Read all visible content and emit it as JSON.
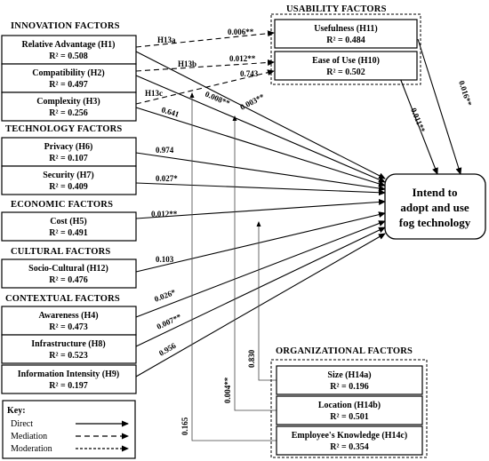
{
  "groups": {
    "innovation": "INNOVATION FACTORS",
    "technology": "TECHNOLOGY FACTORS",
    "economic": "ECONOMIC FACTORS",
    "cultural": "CULTURAL FACTORS",
    "contextual": "CONTEXTUAL FACTORS",
    "usability": "USABILITY FACTORS",
    "organizational": "ORGANIZATIONAL FACTORS"
  },
  "factors": {
    "relative_advantage": {
      "name": "Relative Advantage (H1)",
      "r2": "R² = 0.508"
    },
    "compatibility": {
      "name": "Compatibility (H2)",
      "r2": "R² = 0.497"
    },
    "complexity": {
      "name": "Complexity (H3)",
      "r2": "R² = 0.256"
    },
    "privacy": {
      "name": "Privacy (H6)",
      "r2": "R² = 0.107"
    },
    "security": {
      "name": "Security (H7)",
      "r2": "R² = 0.409"
    },
    "cost": {
      "name": "Cost (H5)",
      "r2": "R² = 0.491"
    },
    "socio_cultural": {
      "name": "Socio-Cultural (H12)",
      "r2": "R² = 0.476"
    },
    "awareness": {
      "name": "Awareness (H4)",
      "r2": "R² = 0.473"
    },
    "infrastructure": {
      "name": "Infrastructure (H8)",
      "r2": "R² = 0.523"
    },
    "information_intensity": {
      "name": "Information Intensity (H9)",
      "r2": "R² = 0.197"
    },
    "usefulness": {
      "name": "Usefulness (H11)",
      "r2": "R² = 0.484"
    },
    "ease_of_use": {
      "name": "Ease of Use (H10)",
      "r2": "R² = 0.502"
    },
    "size": {
      "name": "Size (H14a)",
      "r2": "R² = 0.196"
    },
    "location": {
      "name": "Location (H14b)",
      "r2": "R² = 0.501"
    },
    "employee_knowledge": {
      "name": "Employee's Knowledge (H14c)",
      "r2": "R² = 0.354"
    }
  },
  "target": {
    "line1": "Intend to",
    "line2": "adopt and use",
    "line3": "fog technology"
  },
  "paths": {
    "h13a": "H13a",
    "h13b": "H13b",
    "h13c": "H13c",
    "ra_use": "0.006**",
    "comp_eou": "0.012**",
    "cx_eou": "0.743",
    "ra_target": "0.003**",
    "comp_target": "0.008**",
    "cx_target": "0.641",
    "privacy": "0.974",
    "security": "0.027*",
    "cost": "0.012**",
    "socio": "0.103",
    "awareness": "0.026*",
    "infrastructure": "0.007**",
    "info": "0.956",
    "usefulness_target": "0.016**",
    "eou_target": "0.011**",
    "size": "0.830",
    "location": "0.004**",
    "knowledge": "0.165"
  },
  "key": {
    "title": "Key:",
    "direct": "Direct",
    "mediation": "Mediation",
    "moderation": "Moderation"
  }
}
